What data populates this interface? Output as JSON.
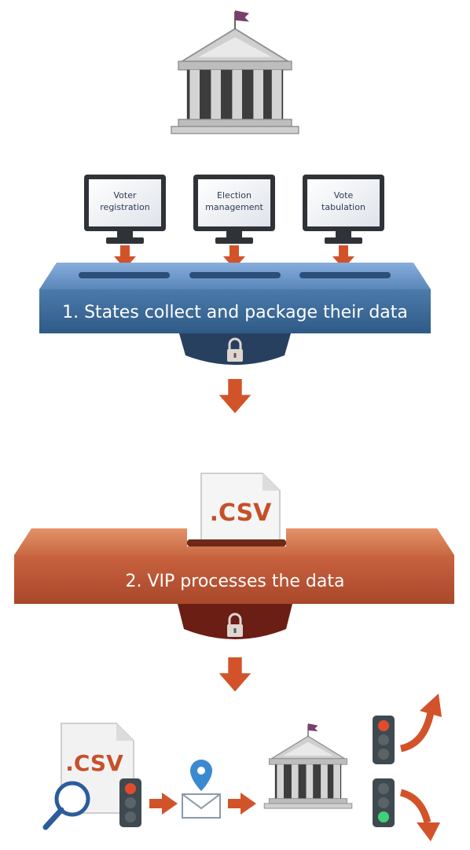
{
  "step1": {
    "monitors": [
      {
        "line1": "Voter",
        "line2": "registration"
      },
      {
        "line1": "Election",
        "line2": "management"
      },
      {
        "line1": "Vote",
        "line2": "tabulation"
      }
    ],
    "label": "1. States collect and package their data"
  },
  "step2": {
    "file_label": ".CSV",
    "label": "2. VIP processes the data"
  },
  "step3": {
    "file_label": ".CSV"
  },
  "colors": {
    "blue_band": "#3e6e9c",
    "blue_top": "#6a97c9",
    "orange_band": "#c05a36",
    "orange_top": "#d67a50",
    "arrow": "#d2532a",
    "building": "#b9b9b9",
    "flag": "#7a3f6a"
  }
}
